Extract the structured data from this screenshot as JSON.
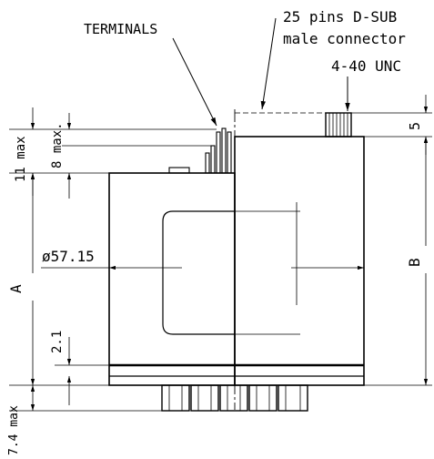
{
  "labels": {
    "terminals": "TERMINALS",
    "connector_line1": "25 pins D-SUB",
    "connector_line2": "male connector",
    "thread": "4-40 UNC",
    "dim_5": "5",
    "dim_B": "B",
    "dim_A": "A",
    "dim_11max": "11 max",
    "dim_8max": "8 max.",
    "diameter": "ø57.15",
    "dim_2_1": "2.1",
    "dim_7_4max": "7.4 max"
  }
}
